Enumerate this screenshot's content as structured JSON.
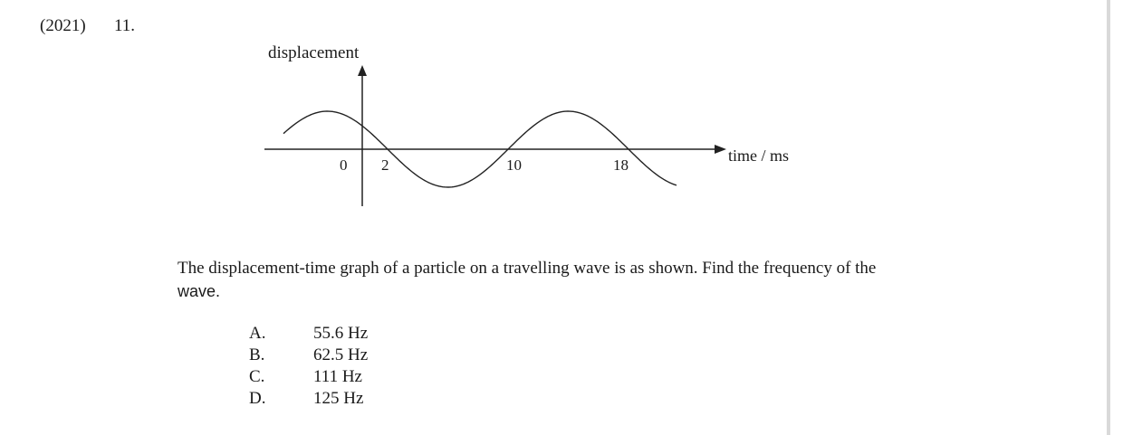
{
  "header": {
    "year": "(2021)",
    "number": "11."
  },
  "graph": {
    "y_label": "displacement",
    "x_label": "time / ms",
    "tick_labels": [
      "0",
      "2",
      "10",
      "18"
    ]
  },
  "question": {
    "line1": "The displacement-time graph of a particle on a travelling wave is as shown.  Find the frequency of the",
    "line2": "wave."
  },
  "options": [
    {
      "letter": "A.",
      "value": "55.6 Hz"
    },
    {
      "letter": "B.",
      "value": "62.5 Hz"
    },
    {
      "letter": "C.",
      "value": "111 Hz"
    },
    {
      "letter": "D.",
      "value": "125 Hz"
    }
  ]
}
